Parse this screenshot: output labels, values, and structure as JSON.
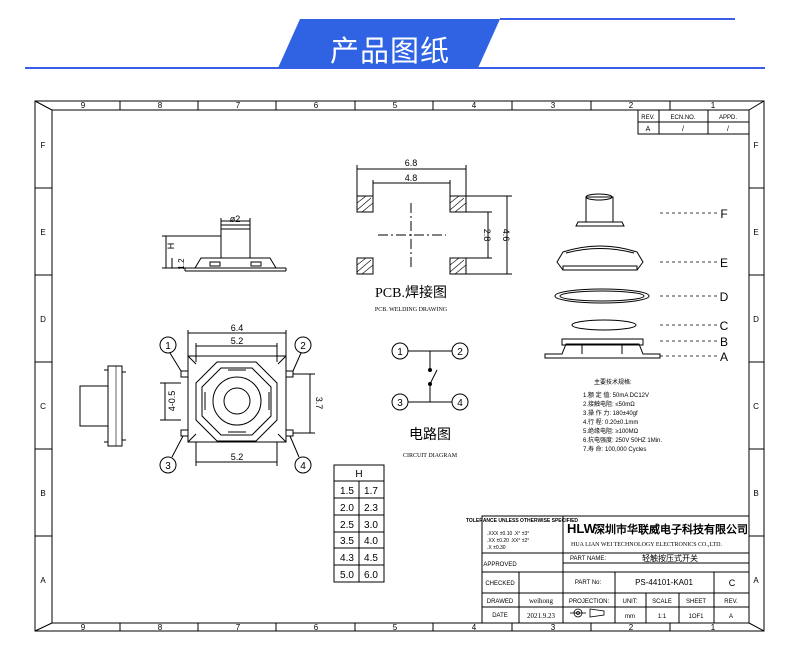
{
  "header": {
    "title": "产品图纸",
    "accent_color": "#2f63e3",
    "line_color": "#3b5ee8"
  },
  "frame": {
    "columns": [
      "9",
      "8",
      "7",
      "6",
      "5",
      "4",
      "3",
      "2",
      "1"
    ],
    "rows": [
      "F",
      "E",
      "D",
      "C",
      "B",
      "A"
    ]
  },
  "revision": {
    "headers": [
      "REV.",
      "ECN.NO.",
      "APPD."
    ],
    "values": [
      "A",
      "/",
      "/"
    ]
  },
  "side_view": {
    "dim_diameter": "ø2",
    "dim_h": "H",
    "dim_base": "1.2"
  },
  "pcb": {
    "dim_outer": "6.8",
    "dim_inner": "4.8",
    "dim_pad_v": "2.8",
    "dim_outer_v": "4.6",
    "title": "PCB.焊接图",
    "subtitle": "PCB. WELDING DRAWING"
  },
  "top_view": {
    "dim_width": "6.4",
    "dim_inner": "5.2",
    "dim_bottom": "5.2",
    "dim_left": "4-0.5",
    "dim_right": "3.7",
    "pins": [
      "1",
      "2",
      "3",
      "4"
    ]
  },
  "circuit": {
    "pins": [
      "1",
      "2",
      "3",
      "4"
    ],
    "title": "电路图",
    "subtitle": "CIRCUIT DIAGRAM"
  },
  "exploded": {
    "labels": [
      "F",
      "E",
      "D",
      "C",
      "B",
      "A"
    ]
  },
  "specs": {
    "title": "主要技术规格:",
    "lines": [
      "1.额 定 值:  50mA DC12V",
      "2.接触电阻:  ≤50mΩ",
      "3.操 作 力:  180±40gf",
      "4.行    程:  0.20±0.1mm",
      "5.绝缘电阻:  ≥100MΩ",
      "6.抗电强度:  250V 50HZ 1Min.",
      "7.寿    命:  100,000 Cycles"
    ]
  },
  "h_table": {
    "header": "H",
    "rows": [
      [
        "1.5",
        "1.7"
      ],
      [
        "2.0",
        "2.3"
      ],
      [
        "2.5",
        "3.0"
      ],
      [
        "3.5",
        "4.0"
      ],
      [
        "4.3",
        "4.5"
      ],
      [
        "5.0",
        "6.0"
      ]
    ]
  },
  "title_block": {
    "tolerance_title": "TOLERANCE UNLESS OTHERWISE SPECIFIED",
    "tolerance_lines": [
      ".XXX ±0.10   .X° ±3°",
      ".XX  ±0.20   .XX° ±2°",
      ".X   ±0.30"
    ],
    "logo": "HLW",
    "company_cn": "深圳市华联威电子科技有限公司",
    "company_en": "HUA LIAN WEI TECHNOLOGY ELECTRONICS CO.,LTD.",
    "part_name_label": "PART NAME:",
    "part_name": "轻触按压式开关",
    "approved_label": "APPROVED",
    "checked_label": "CHECKED",
    "part_no_label": "PART No:",
    "part_no": "PS-44101-KA01",
    "rev_value": "C",
    "drawed_label": "DRAWED",
    "drawer": "weihong",
    "projection_label": "PROJECTION:",
    "unit_label": "UNIT:",
    "scale_label": "SCALE",
    "sheet_label": "SHEET",
    "rev_label": "REV.",
    "date_label": "DATE",
    "date": "2021.9.23",
    "unit": "mm",
    "scale": "1:1",
    "sheet": "1OF1",
    "rev": "A"
  }
}
